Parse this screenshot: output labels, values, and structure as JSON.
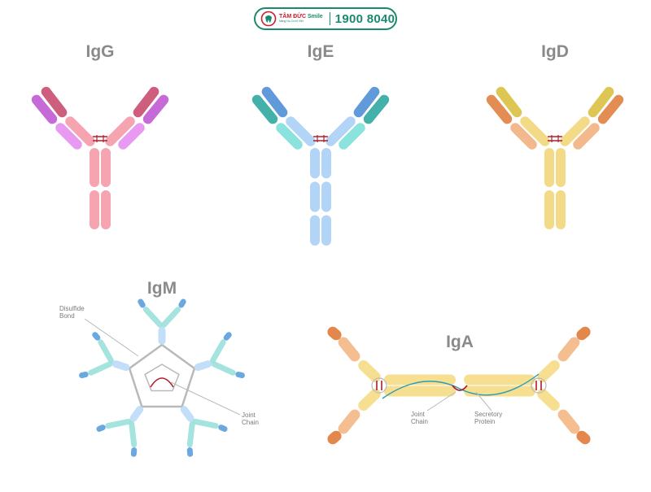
{
  "logo": {
    "brand": "TÂM ĐỨC",
    "brand_suffix": "Smile",
    "tagline": "Nâng Nụ Cười Việt",
    "phone": "1900 8040"
  },
  "diagrams": {
    "igg": {
      "title": "IgG"
    },
    "ige": {
      "title": "IgE"
    },
    "igd": {
      "title": "IgD"
    },
    "igm": {
      "title": "IgM",
      "labels": {
        "disulfide": "Disulfide\nBond",
        "joint": "Joint\nChain"
      }
    },
    "iga": {
      "title": "IgA",
      "labels": {
        "joint": "Joint\nChain",
        "secretory": "Secretory\nProtein"
      }
    }
  },
  "colors": {
    "igg_heavy": "#f49aa7",
    "igg_light": "#e58ef0",
    "igg_tip": "#c84d70",
    "igg_tip_light": "#c05ad3",
    "ige_heavy": "#a9cff6",
    "ige_light": "#7de0d8",
    "ige_tip": "#4f8fd6",
    "ige_tip_light": "#2fa8a0",
    "igd_heavy": "#f1d67a",
    "igd_light": "#f2b07f",
    "igd_tip": "#d9c040",
    "igd_tip_light": "#e08040",
    "igm_heavy": "#bcdaf7",
    "igm_light": "#9be0dc",
    "igm_tip": "#5a9fdc",
    "iga_heavy": "#f6dc85",
    "iga_light": "#f3b784",
    "iga_tip": "#e07a3a",
    "disulfide": "#b01e2e",
    "line": "#b9b9b9",
    "secretory": "#2a9cb0"
  }
}
